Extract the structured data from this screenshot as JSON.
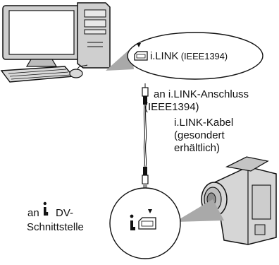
{
  "computer_port": {
    "label": "i.LINK",
    "label_suffix": " (IEEE1394)"
  },
  "connection_label": {
    "line1": "an i.LINK-Anschluss",
    "line2": "(IEEE1394)"
  },
  "cable_label": {
    "line1": "i.LINK-Kabel",
    "line2": "(gesondert",
    "line3": "erhältlich)"
  },
  "camera_port_label": {
    "line1_prefix": "an",
    "line1_suffix": "DV-",
    "line2": "Schnittstelle"
  },
  "colors": {
    "outline": "#111111",
    "callout_gray": "#a9a9a9",
    "device_gray": "#d6d6d6"
  },
  "icons": [
    "computer-icon",
    "camcorder-icon",
    "ilink-symbol-icon",
    "firewire-port-icon",
    "cable-plug-icon",
    "arrow-down-icon"
  ]
}
